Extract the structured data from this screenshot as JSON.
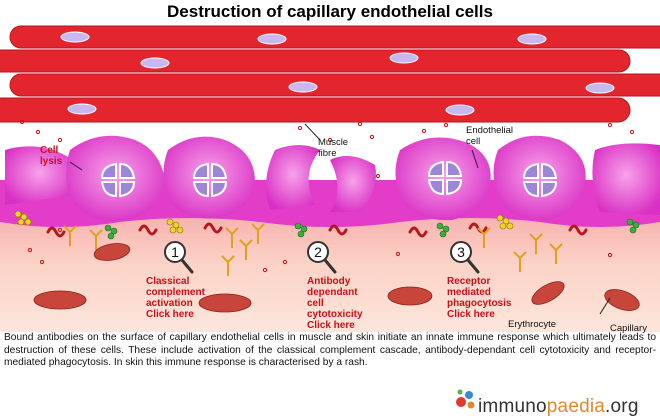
{
  "title": "Destruction of capillary endothelial cells",
  "labels": {
    "cell_lysis_line1": "Cell",
    "cell_lysis_line2": "lysis",
    "muscle_line1": "Muscle",
    "muscle_line2": "fibre",
    "endothelial_line1": "Endothelial",
    "endothelial_line2": "cell",
    "erythrocyte": "Erythrocyte",
    "capillary": "Capillary"
  },
  "mechanisms": [
    {
      "number": "1",
      "lines": [
        "Classical",
        "complement",
        "activation",
        "Click here"
      ]
    },
    {
      "number": "2",
      "lines": [
        "Antibody",
        "dependant",
        "cell",
        "cytotoxicity",
        "Click here"
      ]
    },
    {
      "number": "3",
      "lines": [
        "Receptor",
        "mediated",
        "phagocytosis",
        "Click here"
      ]
    }
  ],
  "caption": "Bound antibodies on the surface of capillary endothelial cells in muscle and skin initiate an innate immune response which ultimately leads to destruction of these cells. These include activation of the classical complement cascade, antibody-dependant cell cytotoxicity and receptor-mediated phagocytosis. In skin this immune response is characterised by a rash.",
  "logo": {
    "part1": "immuno",
    "part2": "paedia",
    "part3": ".org"
  },
  "colors": {
    "muscle": "#e3262e",
    "endothelium": "#e23cc9",
    "capillary_light": "#f9d6c6",
    "erythrocyte": "#c7453b",
    "nucleus": "#9b86d8",
    "text_red": "#c8101a"
  }
}
